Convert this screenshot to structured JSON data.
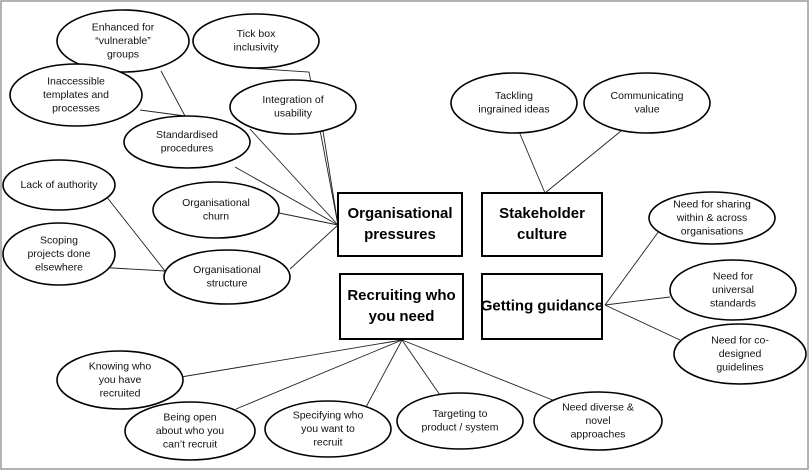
{
  "hubs": {
    "org": [
      "Organisational",
      "pressures"
    ],
    "stake": [
      "Stakeholder",
      "culture"
    ],
    "recruit": [
      "Recruiting who",
      "you need"
    ],
    "guide": [
      "Getting guidance"
    ]
  },
  "nodes": {
    "enhanced": [
      "Enhanced for",
      "“vulnerable”",
      "groups"
    ],
    "tickbox": [
      "Tick box",
      "inclusivity"
    ],
    "inaccessible": [
      "Inaccessible",
      "templates and",
      "processes"
    ],
    "integration": [
      "Integration of",
      "usability"
    ],
    "standardised": [
      "Standardised",
      "procedures"
    ],
    "authority": [
      "Lack of authority"
    ],
    "churn": [
      "Organisational",
      "churn"
    ],
    "scoping": [
      "Scoping",
      "projects done",
      "elsewhere"
    ],
    "structure": [
      "Organisational",
      "structure"
    ],
    "tackling": [
      "Tackling",
      "ingrained ideas"
    ],
    "communicating": [
      "Communicating",
      "value"
    ],
    "sharing": [
      "Need for sharing",
      "within & across",
      "organisations"
    ],
    "universal": [
      "Need for",
      "universal",
      "standards"
    ],
    "codesigned": [
      "Need for co-",
      "designed",
      "guidelines"
    ],
    "knowing": [
      "Knowing who",
      "you have",
      "recruited"
    ],
    "open": [
      "Being open",
      "about who you",
      "can’t recruit"
    ],
    "specifying": [
      "Specifying who",
      "you want  to",
      "recruit"
    ],
    "targeting": [
      "Targeting to",
      "product / system"
    ],
    "diverse": [
      "Need diverse &",
      "novel",
      "approaches"
    ]
  }
}
